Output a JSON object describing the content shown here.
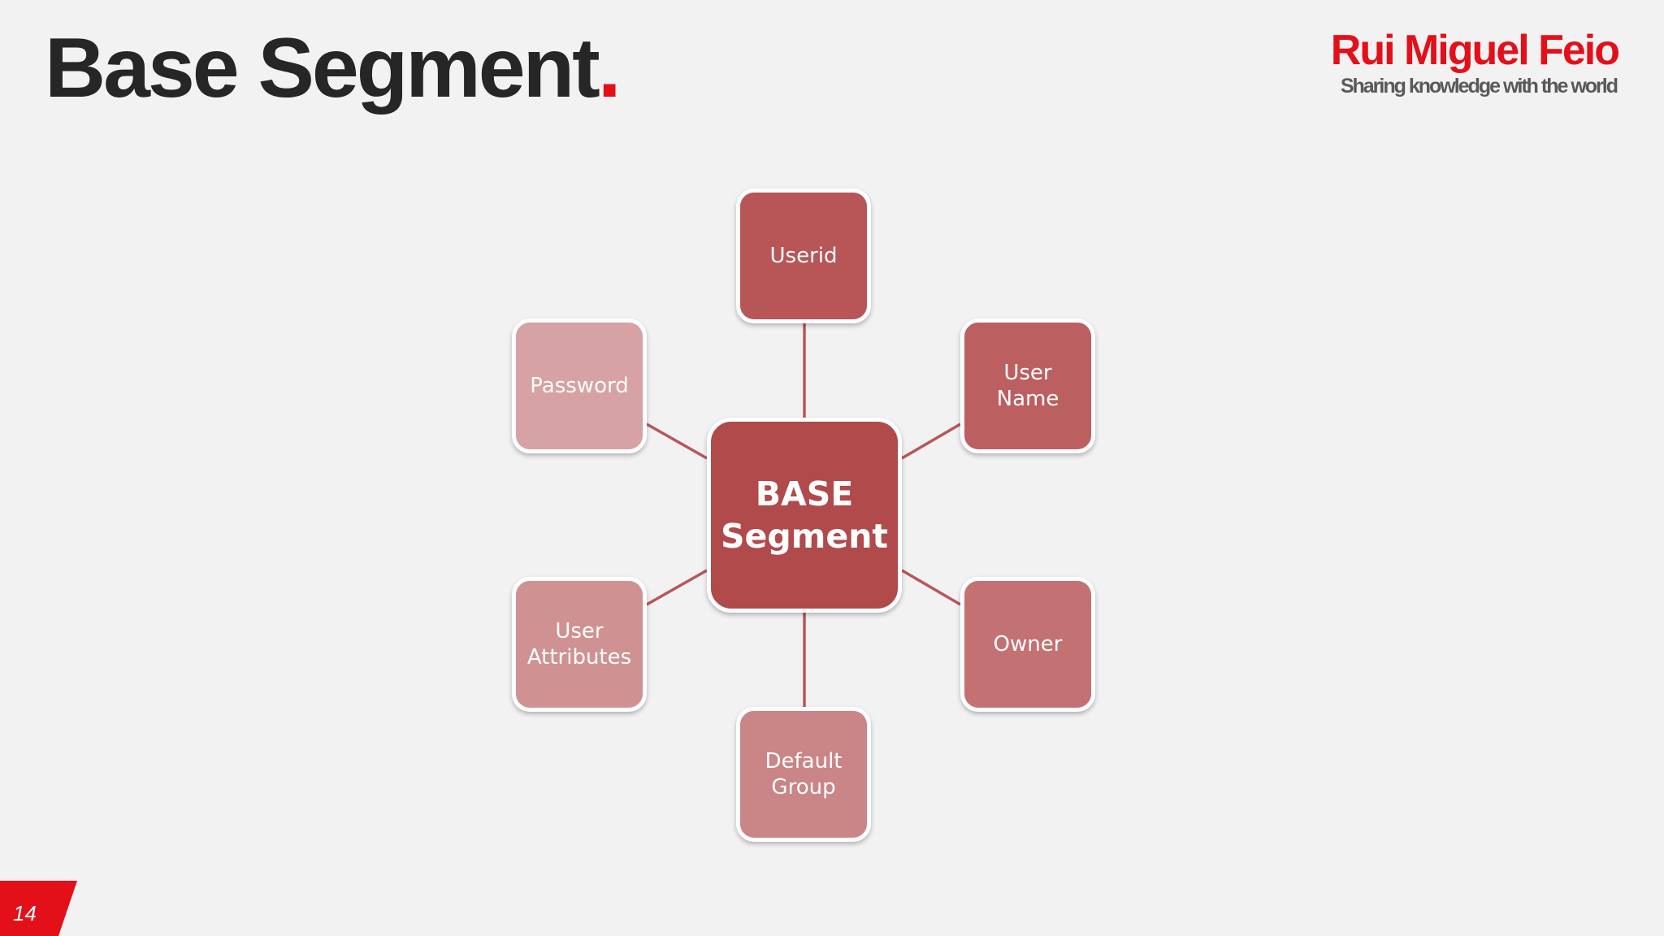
{
  "slide": {
    "title": "Base Segment",
    "title_dot": ".",
    "page_number": "14"
  },
  "brand": {
    "name": "Rui Miguel Feio",
    "tagline": "Sharing knowledge with the world"
  },
  "diagram": {
    "center": "BASE\nSegment",
    "nodes": {
      "userid": "Userid",
      "password": "Password",
      "user_name": "User\nName",
      "user_attributes": "User\nAttributes",
      "owner": "Owner",
      "default_group": "Default\nGroup"
    }
  },
  "colors": {
    "accent": "#e3101a",
    "center": "#b04a4b",
    "userid": "#b85557",
    "user_name": "#bc5f61",
    "owner": "#c37173",
    "default_group": "#ca8587",
    "user_attributes": "#d09192",
    "password": "#d6a2a3",
    "connector": "#b95658"
  }
}
